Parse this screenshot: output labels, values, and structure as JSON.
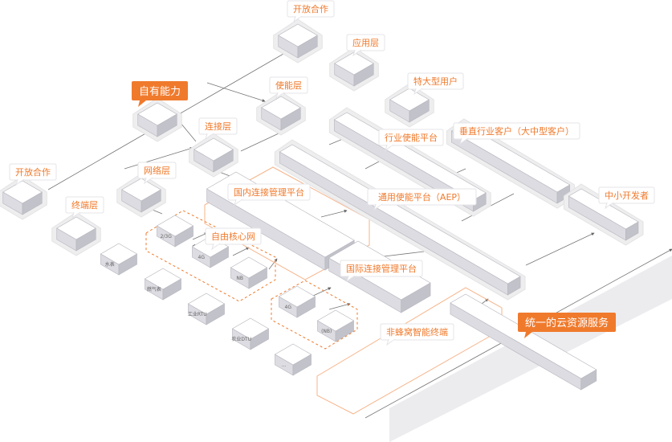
{
  "labels": {
    "open_coop_top": "开放合作",
    "app_layer": "应用层",
    "own_capability": "自有能力",
    "enable_layer": "使能层",
    "xl_user": "特大型用户",
    "connect_layer": "连接层",
    "industry_enable": "行业使能平台",
    "vertical_customer": "垂直行业客户（大中型客户）",
    "network_layer": "网络层",
    "open_coop_left": "开放合作",
    "domestic_platform": "国内连接管理平台",
    "general_enable": "通用使能平台（AEP）",
    "sme_dev": "中小开发者",
    "terminal_layer": "终端层",
    "own_core": "自由核心网",
    "intl_platform": "国际连接管理平台",
    "nonhoneycomb": "非蜂窝智能终端",
    "unified_cloud": "统一的云资源服务"
  },
  "devices": {
    "d23g": "2/3G",
    "d4g_a": "4G",
    "dnb_a": "NB",
    "d4g_b": "4G",
    "dnb_b": "(NB)",
    "t1": "水表",
    "t2": "燃气表",
    "t3": "工业RTU",
    "t4": "农业DTU",
    "t5": "..."
  },
  "colors": {
    "accent": "#f07a2c",
    "box_top": "#ffffff",
    "box_left": "#dcdce2",
    "box_right": "#c2c2ca",
    "halo": "#eeeeef"
  }
}
